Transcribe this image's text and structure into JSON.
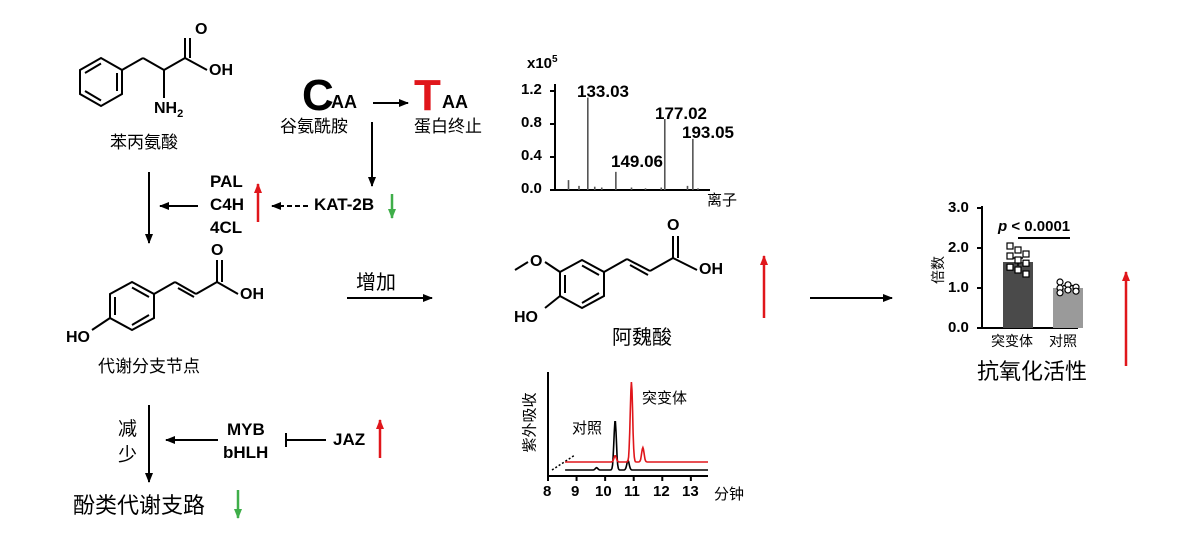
{
  "compounds": {
    "phenylalanine": "苯丙氨酸",
    "coumaric": "代谢分支节点",
    "ferulic": "阿魏酸"
  },
  "atoms": {
    "o": "O",
    "oh": "OH",
    "nh2": "NH",
    "nh2_sub": "2",
    "ho": "HO",
    "methoxy_o": "O"
  },
  "codon": {
    "c_big": "C",
    "c_small": "AA",
    "c_label": "谷氨酰胺",
    "t_big": "T",
    "t_small": "AA",
    "t_label": "蛋白终止"
  },
  "genes": {
    "pal": "PAL",
    "c4h": "C4H",
    "cl4": "4CL",
    "kat": "KAT-2B",
    "myb": "MYB",
    "bhlh": "bHLH",
    "jaz": "JAZ"
  },
  "labels": {
    "increase": "增加",
    "decrease_1": "减",
    "decrease_2": "少",
    "phenolic": "酚类代谢支路",
    "antioxidant": "抗氧化活性"
  },
  "colors": {
    "up": "#e0161b",
    "down": "#3fae49",
    "mutant": "#e0161b",
    "control": "#000000"
  },
  "chart_data": [
    {
      "type": "bar",
      "subtype": "mass-spectrum",
      "y_exponent_label": "x10",
      "y_exponent_sup": "5",
      "xlabel": "离子",
      "yticks": [
        "0.0",
        "0.4",
        "0.8",
        "1.2"
      ],
      "ylim": [
        0,
        1.3
      ],
      "peaks": [
        {
          "mz": "133.03",
          "intensity": 1.12,
          "labeled": true
        },
        {
          "mz": "149.06",
          "intensity": 0.22,
          "labeled": true
        },
        {
          "mz": "177.02",
          "intensity": 0.86,
          "labeled": true
        },
        {
          "mz": "193.05",
          "intensity": 0.62,
          "labeled": true
        }
      ]
    },
    {
      "type": "line",
      "subtype": "chromatogram",
      "xlabel": "分钟",
      "ylabel": "紫外吸收",
      "xticks": [
        "8",
        "9",
        "10",
        "11",
        "12",
        "13"
      ],
      "xlim": [
        8,
        13.6
      ],
      "series": [
        {
          "name": "对照",
          "color": "#000000",
          "peaks": [
            [
              10.35,
              0.62
            ],
            [
              10.8,
              0.12
            ],
            [
              9.7,
              0.03
            ]
          ]
        },
        {
          "name": "突变体",
          "color": "#e0161b",
          "peaks": [
            [
              10.92,
              1.0
            ],
            [
              11.32,
              0.18
            ],
            [
              10.35,
              0.08
            ]
          ]
        }
      ]
    },
    {
      "type": "bar",
      "title": "抗氧化活性",
      "ylabel": "倍数",
      "yticks": [
        "0.0",
        "1.0",
        "2.0",
        "3.0"
      ],
      "ylim": [
        0,
        3.0
      ],
      "categories": [
        "突变体",
        "对照"
      ],
      "values": [
        1.65,
        1.0
      ],
      "errors": [
        0.1,
        0.06
      ],
      "annotation_prefix": "p",
      "annotation_rest": " < 0.0001",
      "points": {
        "突变体": [
          2.05,
          1.95,
          1.85,
          1.8,
          1.7,
          1.62,
          1.52,
          1.45,
          1.35
        ],
        "对照": [
          1.15,
          1.08,
          1.02,
          1.0,
          0.95,
          0.92,
          0.88
        ]
      }
    }
  ]
}
